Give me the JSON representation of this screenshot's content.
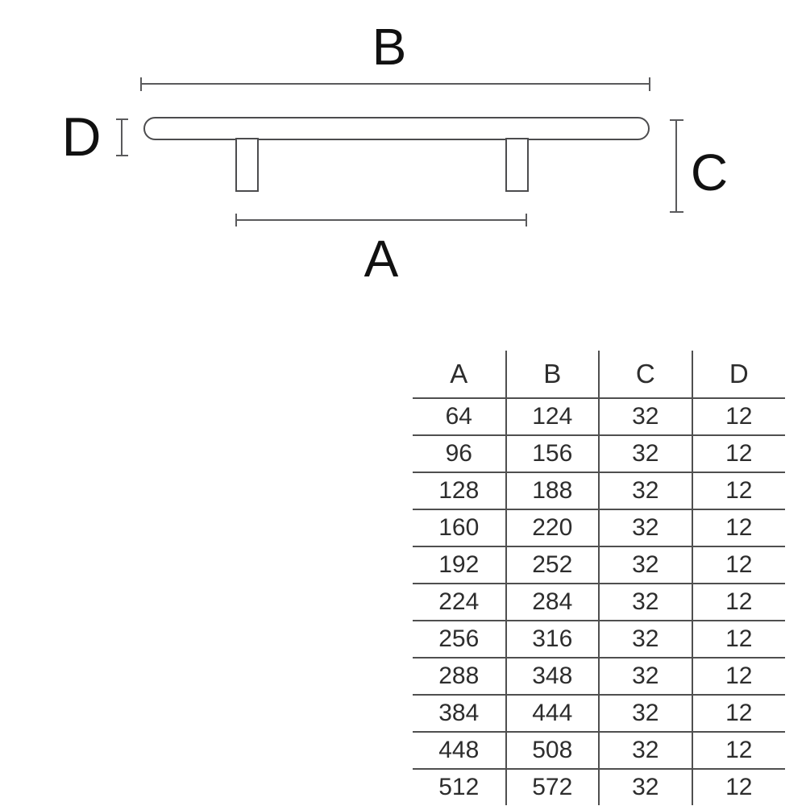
{
  "diagram": {
    "labels": {
      "a": "A",
      "b": "B",
      "c": "C",
      "d": "D"
    }
  },
  "table": {
    "columns": [
      "A",
      "B",
      "C",
      "D"
    ],
    "rows": [
      [
        "64",
        "124",
        "32",
        "12"
      ],
      [
        "96",
        "156",
        "32",
        "12"
      ],
      [
        "128",
        "188",
        "32",
        "12"
      ],
      [
        "160",
        "220",
        "32",
        "12"
      ],
      [
        "192",
        "252",
        "32",
        "12"
      ],
      [
        "224",
        "284",
        "32",
        "12"
      ],
      [
        "256",
        "316",
        "32",
        "12"
      ],
      [
        "288",
        "348",
        "32",
        "12"
      ],
      [
        "384",
        "444",
        "32",
        "12"
      ],
      [
        "448",
        "508",
        "32",
        "12"
      ],
      [
        "512",
        "572",
        "32",
        "12"
      ]
    ]
  },
  "colors": {
    "background": "#ffffff",
    "outline": "#4c4c4e",
    "dimension_line": "#5a5a5c",
    "label_text": "#111111",
    "table_line": "#4f4f4f",
    "table_text": "#2d2d2d"
  }
}
